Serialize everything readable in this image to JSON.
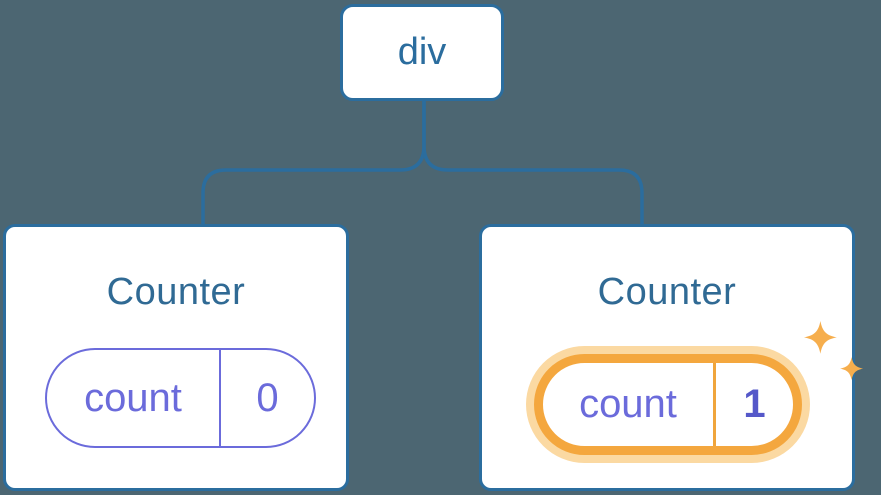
{
  "tree": {
    "root": {
      "label": "div"
    },
    "children": [
      {
        "title": "Counter",
        "state_key": "count",
        "state_value": "0",
        "highlighted": false
      },
      {
        "title": "Counter",
        "state_key": "count",
        "state_value": "1",
        "highlighted": true
      }
    ]
  },
  "icons": {
    "sparkles": "sparkles-icon"
  },
  "colors": {
    "background": "#4c6672",
    "node_border_blue": "#2b6d9e",
    "title_blue": "#306a94",
    "state_purple": "#6b6bdb",
    "state_value_bold_purple": "#5558c9",
    "highlight_orange": "#f4a73e",
    "highlight_glow": "#fbd9a2",
    "sparkle_orange": "#f6ae4d",
    "card_background": "#ffffff"
  }
}
